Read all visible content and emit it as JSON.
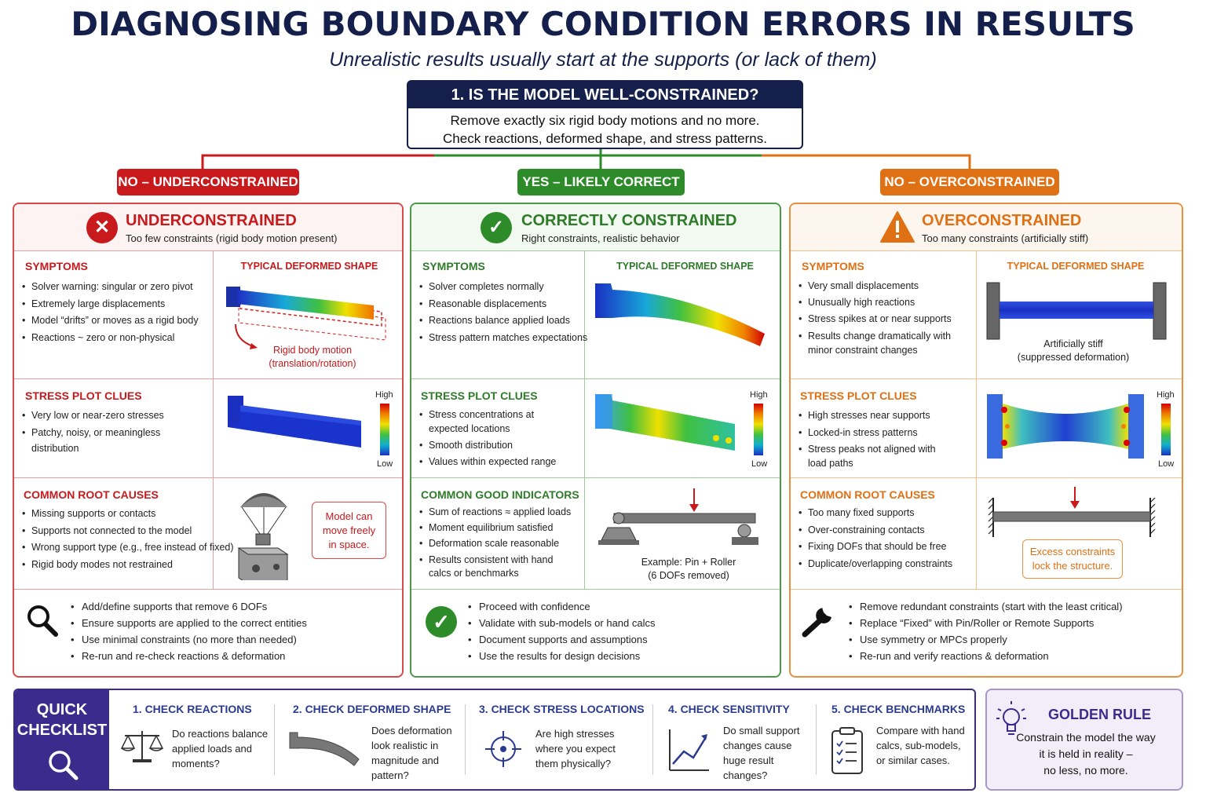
{
  "title": "DIAGNOSING BOUNDARY CONDITION ERRORS IN RESULTS",
  "subtitle": "Unrealistic results usually start at the supports (or lack of them)",
  "question": {
    "heading": "1. IS THE MODEL WELL-CONSTRAINED?",
    "line1": "Remove exactly six rigid body motions and no more.",
    "line2": "Check reactions, deformed shape, and stress patterns."
  },
  "colors": {
    "red": "#c8191c",
    "green": "#2e8b2a",
    "orange": "#e07014",
    "navy": "#14204b",
    "purple": "#3b2b8c"
  },
  "branches": [
    "NO – UNDERCONSTRAINED",
    "YES – LIKELY CORRECT",
    "NO – OVERCONSTRAINED"
  ],
  "under": {
    "title": "UNDERCONSTRAINED",
    "subtitle": "Too few constraints (rigid body motion present)",
    "icon": "x-circle-icon",
    "symptoms_h": "SYMPTOMS",
    "symptoms": [
      "Solver warning: singular or zero pivot",
      "Extremely large displacements",
      "Model “drifts” or moves as a rigid body",
      "Reactions ~ zero or non-physical"
    ],
    "shape_h": "TYPICAL DEFORMED SHAPE",
    "shape_cap1": "Rigid body motion",
    "shape_cap2": "(translation/rotation)",
    "stress_h": "STRESS PLOT CLUES",
    "stress": [
      "Very low or near-zero stresses",
      "Patchy, noisy, or meaningless distribution"
    ],
    "high": "High",
    "low": "Low",
    "causes_h": "COMMON ROOT CAUSES",
    "causes": [
      "Missing supports or contacts",
      "Supports not connected to the model",
      "Wrong support type (e.g., free instead of fixed)",
      "Rigid body modes not restrained"
    ],
    "note1": "Model can",
    "note2": "move freely",
    "note3": "in space.",
    "fixes": [
      "Add/define supports that remove 6 DOFs",
      "Ensure supports are applied to the correct entities",
      "Use minimal constraints (no more than needed)",
      "Re-run and re-check reactions & deformation"
    ]
  },
  "correct": {
    "title": "CORRECTLY CONSTRAINED",
    "subtitle": "Right constraints, realistic behavior",
    "icon": "check-circle-icon",
    "symptoms_h": "SYMPTOMS",
    "symptoms": [
      "Solver completes normally",
      "Reasonable displacements",
      "Reactions balance applied loads",
      "Stress pattern matches expectations"
    ],
    "shape_h": "TYPICAL DEFORMED SHAPE",
    "stress_h": "STRESS PLOT CLUES",
    "stress1a": "Stress concentrations at",
    "stress1b": "expected locations",
    "stress2": "Smooth distribution",
    "stress3": "Values within expected range",
    "high": "High",
    "low": "Low",
    "causes_h": "COMMON GOOD INDICATORS",
    "ind1": "Sum of reactions ≈ applied loads",
    "ind2": "Moment equilibrium satisfied",
    "ind3": "Deformation scale reasonable",
    "ind4a": "Results consistent with hand",
    "ind4b": "calcs or benchmarks",
    "ex1": "Example: Pin + Roller",
    "ex2": "(6 DOFs removed)",
    "fixes": [
      "Proceed with confidence",
      "Validate with sub-models or hand calcs",
      "Document supports and assumptions",
      "Use the results for design decisions"
    ]
  },
  "over": {
    "title": "OVERCONSTRAINED",
    "subtitle": "Too many constraints (artificially stiff)",
    "icon": "warning-icon",
    "symptoms_h": "SYMPTOMS",
    "s1": "Very small displacements",
    "s2": "Unusually high reactions",
    "s3": "Stress spikes at or near supports",
    "s4a": "Results change dramatically with",
    "s4b": "minor constraint changes",
    "shape_h": "TYPICAL DEFORMED SHAPE",
    "shape_cap1": "Artificially stiff",
    "shape_cap2": "(suppressed deformation)",
    "stress_h": "STRESS PLOT CLUES",
    "st1": "High stresses near supports",
    "st2": "Locked-in stress patterns",
    "st3a": "Stress peaks not aligned with",
    "st3b": "load paths",
    "high": "High",
    "low": "Low",
    "causes_h": "COMMON ROOT CAUSES",
    "causes": [
      "Too many fixed supports",
      "Over-constraining contacts",
      "Fixing DOFs that should be free",
      "Duplicate/overlapping constraints"
    ],
    "note1": "Excess constraints",
    "note2": "lock the structure.",
    "fixes": [
      "Remove redundant constraints (start with the least critical)",
      "Replace “Fixed” with Pin/Roller or Remote Supports",
      "Use symmetry or MPCs properly",
      "Re-run and verify reactions & deformation"
    ]
  },
  "checklist": {
    "label1": "QUICK",
    "label2": "CHECKLIST",
    "items": [
      {
        "h": "1. CHECK REACTIONS",
        "t": [
          "Do reactions balance",
          "applied loads and",
          "moments?"
        ]
      },
      {
        "h": "2. CHECK DEFORMED SHAPE",
        "t": [
          "Does deformation",
          "look realistic in",
          "magnitude and",
          "pattern?"
        ]
      },
      {
        "h": "3. CHECK STRESS LOCATIONS",
        "t": [
          "Are high stresses",
          "where you expect",
          "them physically?"
        ]
      },
      {
        "h": "4. CHECK SENSITIVITY",
        "t": [
          "Do small support",
          "changes cause",
          "huge result",
          "changes?"
        ]
      },
      {
        "h": "5. CHECK BENCHMARKS",
        "t": [
          "Compare with hand",
          "calcs, sub-models,",
          "or similar cases."
        ]
      }
    ]
  },
  "golden": {
    "h": "GOLDEN RULE",
    "l1": "Constrain the model the way",
    "l2": "it is held in reality –",
    "l3": "no less, no more."
  }
}
